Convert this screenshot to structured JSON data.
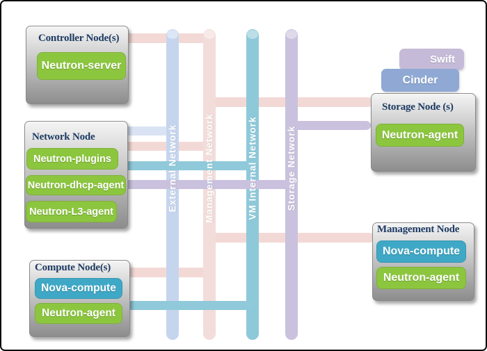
{
  "colors": {
    "title_navy": "#1d3b63",
    "green_chip": "#8cc63f",
    "blue_chip": "#3fa8c6",
    "swift_chip": "#c5bbd8",
    "cinder_chip": "#8fa9d4",
    "bus_external": "#c6d5ee",
    "bus_management": "#f2dddb",
    "bus_vm_internal": "#8ec9da",
    "bus_storage": "#c9c1dd",
    "link_pink": "#f3d9d6",
    "link_blue": "#d9e3f4",
    "link_teal": "#8fc9da",
    "link_purple": "#c9c1de"
  },
  "nodes": {
    "controller": {
      "title": "Controller Node(s)",
      "services": [
        {
          "label": "Neutron-server"
        }
      ]
    },
    "network": {
      "title": "Network Node",
      "services": [
        {
          "label": "Neutron-plugins"
        },
        {
          "label": "Neutron-dhcp-agent"
        },
        {
          "label": "Neutron-L3-agent"
        }
      ]
    },
    "compute": {
      "title": "Compute Node(s)",
      "services": [
        {
          "label": "Nova-compute"
        },
        {
          "label": "Neutron-agent"
        }
      ]
    },
    "storage": {
      "title": "Storage Node (s)",
      "services": [
        {
          "label": "Neutron-agent"
        }
      ]
    },
    "management": {
      "title": "Management Node",
      "services": [
        {
          "label": "Nova-compute"
        },
        {
          "label": "Neutron-agent"
        }
      ]
    }
  },
  "floats": {
    "swift": "Swift",
    "cinder": "Cinder"
  },
  "buses": {
    "external": {
      "label": "External Network"
    },
    "management": {
      "label": "Management Network"
    },
    "vm_internal": {
      "label": "VM Internal Network"
    },
    "storage": {
      "label": "Storage Network"
    }
  }
}
